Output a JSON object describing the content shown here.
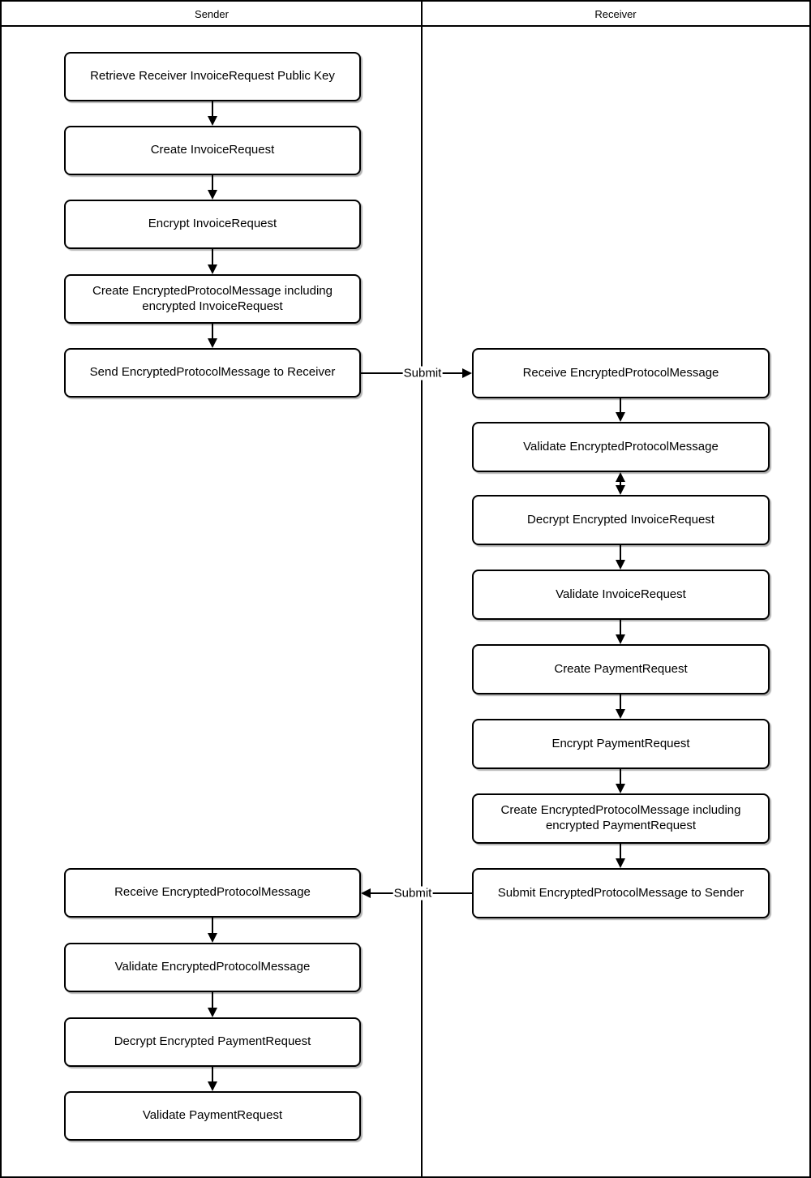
{
  "lanes": [
    {
      "title": "Sender"
    },
    {
      "title": "Receiver"
    }
  ],
  "sender_steps": [
    "Retrieve Receiver InvoiceRequest Public Key",
    "Create InvoiceRequest",
    "Encrypt InvoiceRequest",
    "Create EncryptedProtocolMessage including encrypted InvoiceRequest",
    "Send EncryptedProtocolMessage to Receiver",
    "Receive EncryptedProtocolMessage",
    "Validate EncryptedProtocolMessage",
    "Decrypt Encrypted PaymentRequest",
    "Validate PaymentRequest"
  ],
  "receiver_steps": [
    "Receive EncryptedProtocolMessage",
    "Validate EncryptedProtocolMessage",
    "Decrypt Encrypted InvoiceRequest",
    "Validate InvoiceRequest",
    "Create PaymentRequest",
    "Encrypt PaymentRequest",
    "Create EncryptedProtocolMessage including encrypted PaymentRequest",
    "Submit EncryptedProtocolMessage to Sender"
  ],
  "flow_labels": {
    "submit_to_receiver": "Submit",
    "submit_to_sender": "Submit"
  },
  "colors": {
    "line": "#000000",
    "box_fill": "#ffffff",
    "box_border": "#000000",
    "background": "#ffffff",
    "text": "#000000"
  }
}
